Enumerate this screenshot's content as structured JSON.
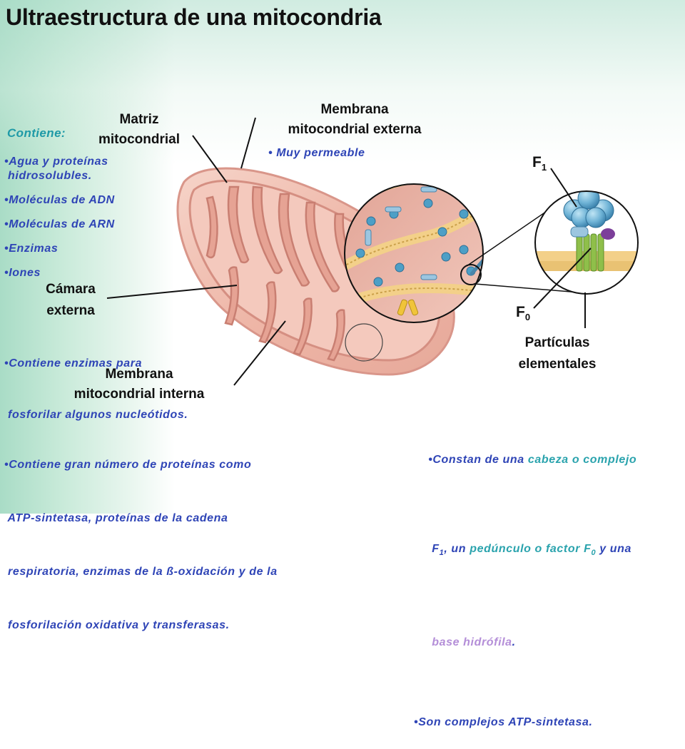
{
  "title": "Ultraestructura de una mitocondria",
  "labels": {
    "matrix": [
      "Matriz",
      "mitocondrial"
    ],
    "outer_membrane": [
      "Membrana",
      "mitocondrial externa"
    ],
    "outer_note": "• Muy permeable",
    "contains_heading": "Contiene:",
    "matrix_contents": [
      "•Agua y proteínas",
      " hidrosolubles.",
      "•Moléculas de ADN",
      "•Moléculas de ARN",
      "•Enzimas",
      "•Iones"
    ],
    "outer_chamber": [
      "Cámara",
      "externa"
    ],
    "outer_chamber_note": [
      "•Contiene enzimas para",
      " fosforilar algunos nucleótidos."
    ],
    "inner_membrane": [
      "Membrana",
      "mitocondrial interna"
    ],
    "inner_membrane_note": [
      "•Contiene gran número de proteínas como",
      " ATP-sintetasa, proteínas de la cadena",
      " respiratoria, enzimas de la ß-oxidación y de la",
      " fosforilación oxidativa y transferasas."
    ],
    "f1": {
      "letter": "F",
      "sub": "1"
    },
    "f0": {
      "letter": "F",
      "sub": "0"
    },
    "particles": [
      "Partículas",
      "elementales"
    ],
    "particles_note": {
      "l1_a": "•Constan de una ",
      "l1_b": "cabeza o complejo",
      "l2_a": " F",
      "l2_sub": "1",
      "l2_b": ", un ",
      "l2_c": "pedúnculo o factor F",
      "l2_sub2": "0",
      "l2_d": " y una",
      "l3_a": " base hidrófila",
      "l3_b": ".",
      "l4": "•Son complejos ATP-sintetasa."
    }
  },
  "colors": {
    "label_blue": "#2e44b6",
    "heading_teal": "#1f9aa7",
    "head_teal": "#2aa3ad",
    "base_lilac": "#b48ed8",
    "mito_pink": "#e9a89a"
  }
}
